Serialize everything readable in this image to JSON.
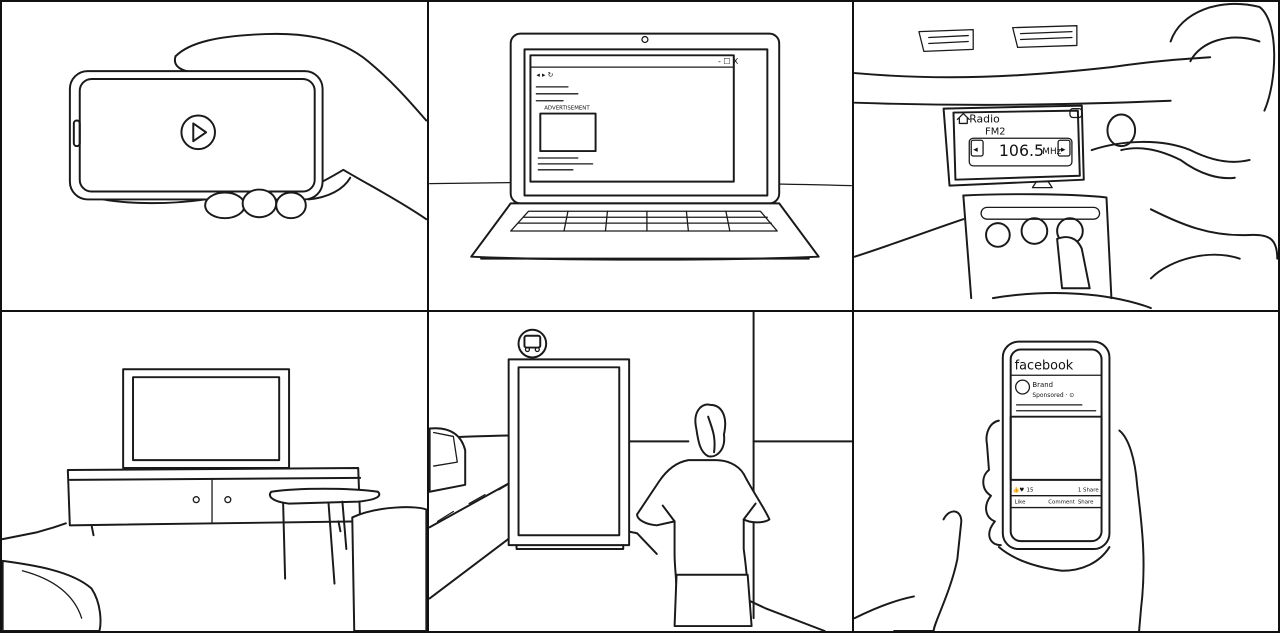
{
  "panels": [
    {
      "id": "phone-video",
      "subject": "hand holding smartphone playing video"
    },
    {
      "id": "laptop-browser",
      "subject": "laptop showing web page with advertisement",
      "browser": {
        "controls": "- ☐ X",
        "ad_label": "ADVERTISEMENT"
      }
    },
    {
      "id": "car-radio",
      "subject": "car dashboard radio",
      "radio": {
        "title": "Radio",
        "station": "FM2",
        "frequency": "106.5",
        "unit": "MHz"
      }
    },
    {
      "id": "living-room-tv",
      "subject": "television on cabinet in living room"
    },
    {
      "id": "bus-stop-billboard",
      "subject": "woman looking at bus stop billboard"
    },
    {
      "id": "facebook-phone",
      "subject": "hand holding phone with sponsored facebook post",
      "facebook": {
        "app_name": "facebook",
        "brand": "Brand",
        "sponsored": "Sponsored · ⊙",
        "reactions": "15",
        "shares": "1 Share",
        "actions": {
          "like": "Like",
          "comment": "Comment",
          "share": "Share"
        }
      }
    }
  ],
  "colors": {
    "ink": "#1a1a1a",
    "paper": "#ffffff",
    "border": "#111111"
  }
}
